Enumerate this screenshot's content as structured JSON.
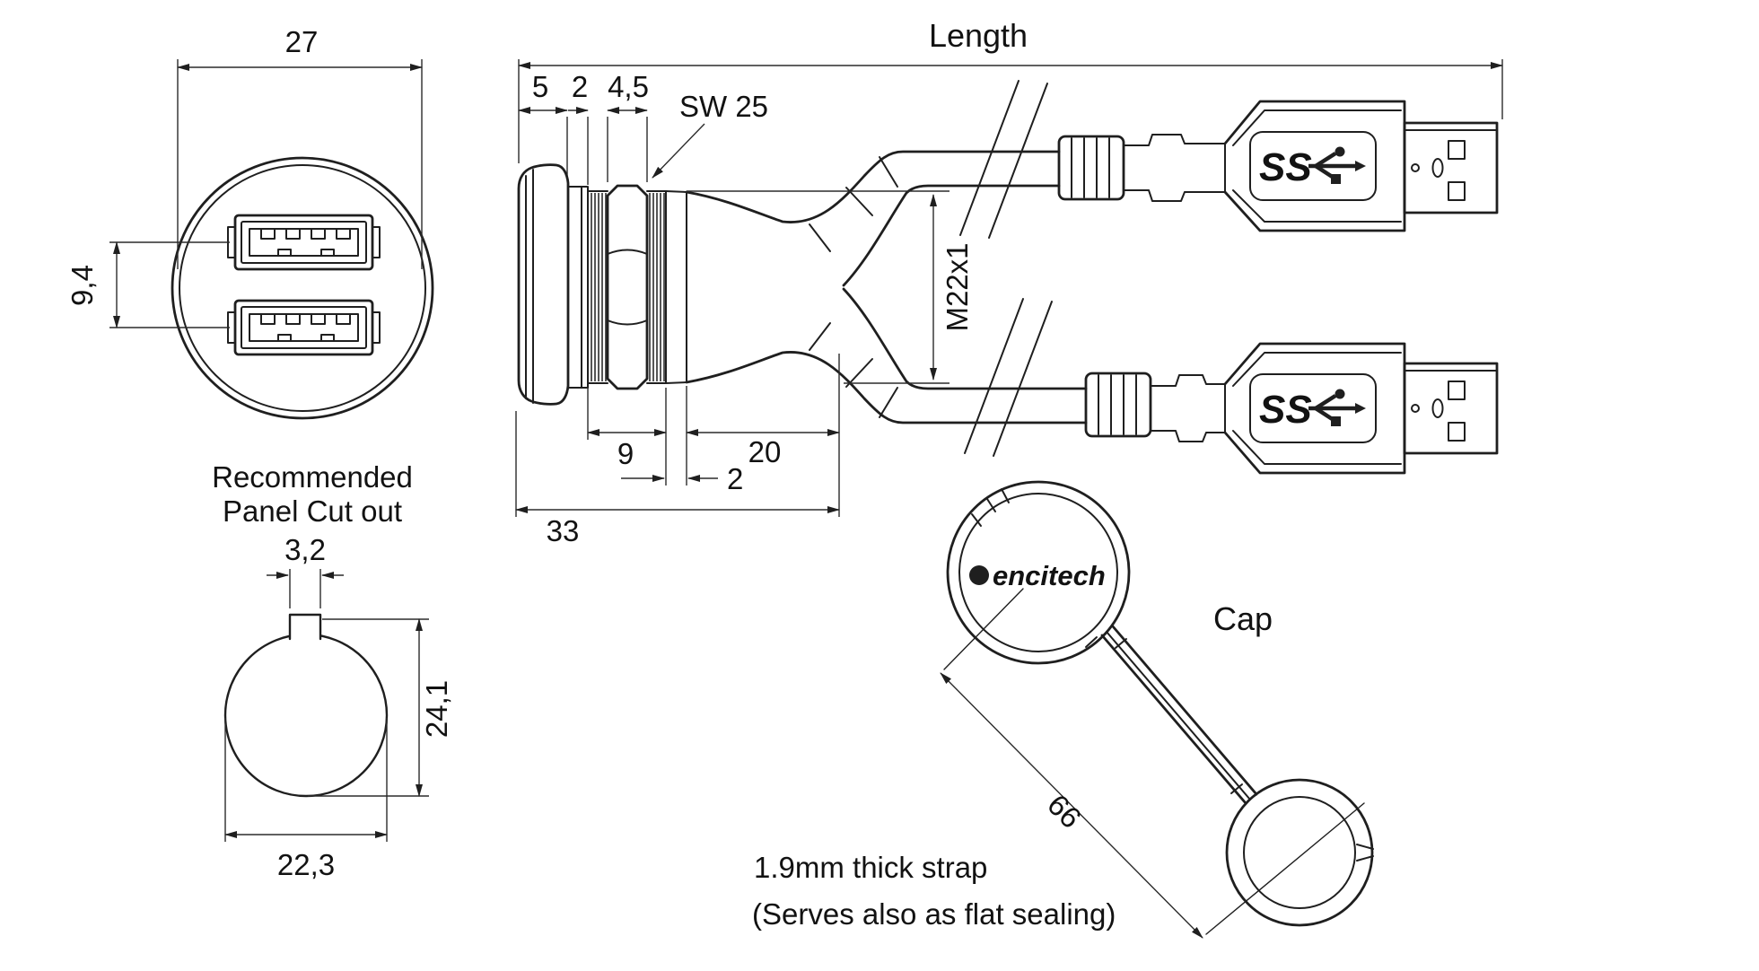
{
  "front_view": {
    "diameter": "27",
    "port_pitch": "9,4"
  },
  "panel_cutout": {
    "title_line1": "Recommended",
    "title_line2": "Panel Cut out",
    "slot_width": "3,2",
    "height": "24,1",
    "diameter": "22,3"
  },
  "side_view": {
    "length_label": "Length",
    "bezel_depth": "5",
    "seal_depth": "2",
    "nut_depth": "4,5",
    "wrench_size": "SW 25",
    "thread_length": "9",
    "groove": "2",
    "body_length": "20",
    "total_depth": "33",
    "thread_spec": "M22x1"
  },
  "usb_plug": {
    "logo_text": "SS"
  },
  "cap": {
    "label": "Cap",
    "brand": "encitech",
    "strap_length": "66"
  },
  "notes": {
    "line1": "1.9mm thick strap",
    "line2": "(Serves also as flat sealing)"
  },
  "colors": {
    "ink": "#1f1f1f",
    "background": "#ffffff"
  }
}
